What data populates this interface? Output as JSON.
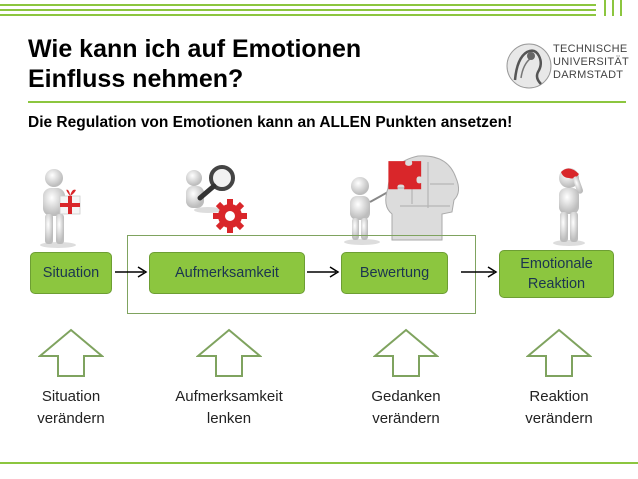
{
  "slide": {
    "title_line1": "Wie kann ich auf Emotionen",
    "title_line2": "Einfluss nehmen?",
    "subtitle": "Die Regulation von Emotionen kann an ALLEN Punkten ansetzen!",
    "logo": {
      "line1": "TECHNISCHE",
      "line2": "UNIVERSITÄT",
      "line3": "DARMSTADT"
    }
  },
  "process": {
    "situation": "Situation",
    "attention": "Aufmerksamkeit",
    "appraisal": "Bewertung",
    "response_line1": "Emotionale",
    "response_line2": "Reaktion"
  },
  "strategies": [
    {
      "line1": "Situation",
      "line2": "verändern"
    },
    {
      "line1": "Aufmerksamkeit",
      "line2": "lenken"
    },
    {
      "line1": "Gedanken",
      "line2": "verändern"
    },
    {
      "line1": "Reaktion",
      "line2": "verändern"
    }
  ],
  "colors": {
    "accent_green": "#8cc63f",
    "box_text": "#1b3550",
    "puzzle_red": "#d9262a"
  },
  "icons": [
    "person-with-gift-icon",
    "magnifier-gear-icon",
    "person-brain-puzzle-icon",
    "person-thinking-icon",
    "up-arrow-icon",
    "right-arrow-icon"
  ]
}
